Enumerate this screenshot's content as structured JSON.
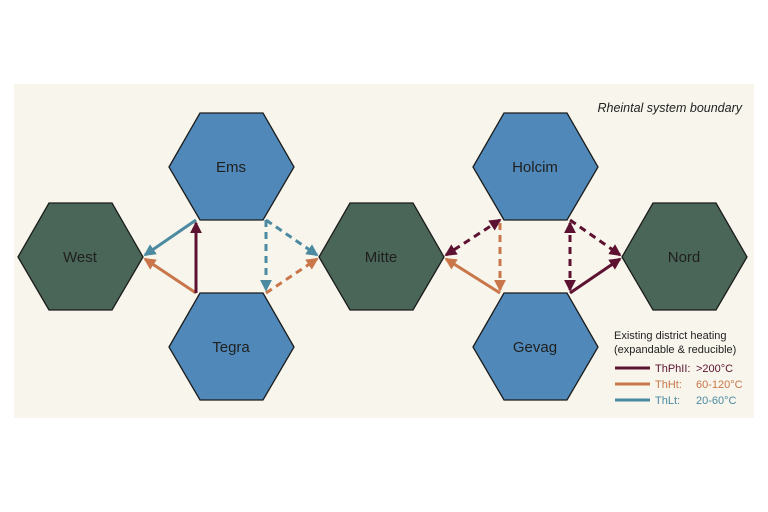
{
  "boundary_label": "Rheintal system boundary",
  "colors": {
    "background": "#f7f5ec",
    "supplier_fill": "#5089b9",
    "consumer_fill": "#4a6658",
    "outline": "#1b1b1b",
    "ThPhII": "#5c1230",
    "ThHt": "#c9774a",
    "ThLt": "#4b8aa1"
  },
  "nodes": {
    "ems": "Ems",
    "west": "West",
    "tegra": "Tegra",
    "mitte": "Mitte",
    "holcim": "Holcim",
    "gevag": "Gevag",
    "nord": "Nord"
  },
  "flows": [
    {
      "from": "Ems",
      "to": "West",
      "carrier": "ThLt",
      "style": "solid"
    },
    {
      "from": "Tegra",
      "to": "Ems",
      "carrier": "ThPhII",
      "style": "solid"
    },
    {
      "from": "Tegra",
      "to": "West",
      "carrier": "ThHt",
      "style": "solid"
    },
    {
      "from": "Ems",
      "to": "Mitte",
      "carrier": "ThLt",
      "style": "dashed"
    },
    {
      "from": "Ems",
      "to": "Tegra",
      "carrier": "ThLt",
      "style": "dashed"
    },
    {
      "from": "Tegra",
      "to": "Mitte",
      "carrier": "ThHt",
      "style": "dashed"
    },
    {
      "from": "Holcim",
      "to": "Mitte",
      "carrier": "ThPhII",
      "style": "dashed"
    },
    {
      "from": "Gevag",
      "to": "Mitte",
      "carrier": "ThHt",
      "style": "solid"
    },
    {
      "from": "Holcim",
      "to": "Gevag",
      "carrier": "ThHt",
      "style": "dashed"
    },
    {
      "from": "Holcim",
      "to": "Nord",
      "carrier": "ThPhII",
      "style": "dashed"
    },
    {
      "from": "Holcim",
      "to": "Gevag",
      "carrier": "ThPhII",
      "style": "dashed-bidirectional"
    },
    {
      "from": "Gevag",
      "to": "Nord",
      "carrier": "ThPhII",
      "style": "solid"
    }
  ],
  "legend": {
    "title_line1": "Existing district heating",
    "title_line2": "(expandable & reducible)",
    "items": [
      {
        "name": "ThPhII:",
        "range": ">200°C",
        "color": "#5c1230"
      },
      {
        "name": "ThHt:",
        "range": "60-120°C",
        "color": "#c9774a"
      },
      {
        "name": "ThLt:",
        "range": "20-60°C",
        "color": "#4b8aa1"
      }
    ]
  }
}
